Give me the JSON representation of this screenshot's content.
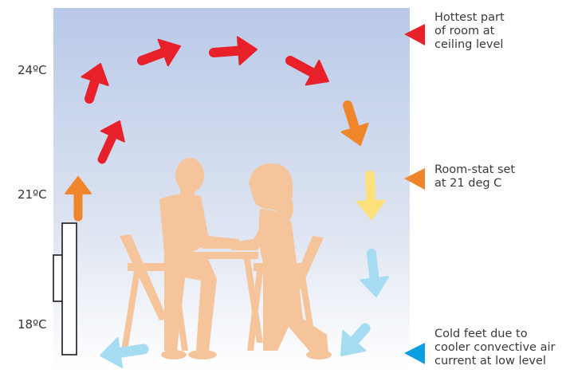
{
  "temperatures": {
    "top": "24ºC",
    "middle": "21ºC",
    "bottom": "18ºC"
  },
  "callouts": {
    "hot": "Hottest part\nof room at\nceiling level",
    "stat": "Room-stat set\nat 21 deg C",
    "cold": "Cold feet due to\ncooler convective air\ncurrent at low level"
  },
  "colors": {
    "hot": "#e8202a",
    "warm": "#f0862b",
    "neutral": "#fde07a",
    "cool": "#a6dcf2",
    "pointer_cold": "#0a9fe0",
    "silhouette": "#f6c49b",
    "wall_top": "#b9c9e8",
    "wall_bottom": "#ffffff"
  },
  "icons": [
    "radiator-icon",
    "couple-at-table-silhouette",
    "convection-arrow-icon",
    "pointer-triangle-icon"
  ]
}
